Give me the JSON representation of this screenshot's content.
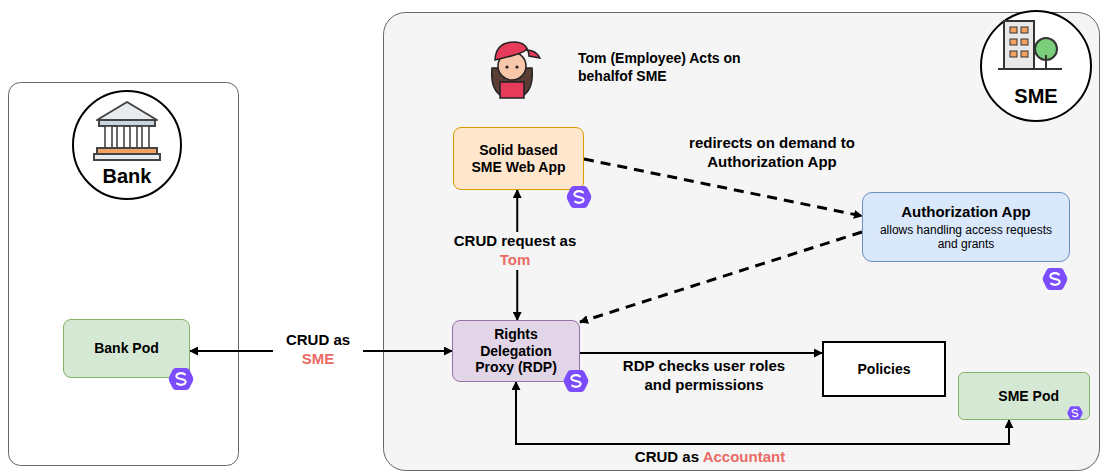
{
  "diagram": {
    "nodes": [
      {
        "text": [
          "Bank"
        ]
      },
      {
        "text": [
          "Bank Pod"
        ]
      },
      {
        "text": [
          "SME"
        ]
      },
      {
        "text": [
          "Solid based SME Web App"
        ]
      },
      {
        "text": [
          "Authorization App",
          "allows handling access requests and grants"
        ]
      },
      {
        "text": [
          "Rights Delegation Proxy (RDP)"
        ]
      },
      {
        "text": [
          "Policies"
        ]
      },
      {
        "text": [
          "SME Pod"
        ]
      }
    ],
    "edges": [
      {
        "from": 3,
        "to": 5,
        "label": "CRUD request as Tom",
        "arrow": "both"
      },
      {
        "from": 3,
        "to": 4,
        "label": "redirects on demand to Authorization App",
        "arrow": "to"
      },
      {
        "from": 4,
        "to": 5,
        "arrow": "to"
      },
      {
        "from": 1,
        "to": 5,
        "label": "CRUD as SME",
        "arrow": "both"
      },
      {
        "from": 5,
        "to": 6,
        "label": "RDP checks user roles and permissions",
        "arrow": "to"
      },
      {
        "from": 7,
        "to": 5,
        "label": "CRUD as Accountant",
        "arrow": "both"
      }
    ],
    "labels": [
      "Tom (Employee) Acts on behalfof SME"
    ]
  }
}
